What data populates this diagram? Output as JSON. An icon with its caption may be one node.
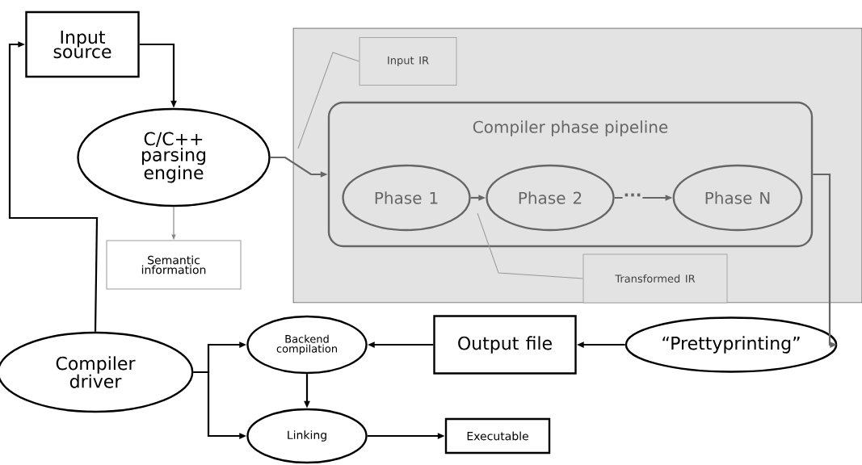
{
  "diagram": {
    "nodes": [
      {
        "text": [
          "Input source"
        ]
      },
      {
        "text": [
          "C/C++ parsing engine"
        ]
      },
      {
        "text": [
          "Semantic information"
        ]
      },
      {
        "text": [],
        "shape": "box"
      },
      {
        "text": [
          "Input IR"
        ],
        "in": 3
      },
      {
        "text": [
          "Compiler phase pipeline"
        ],
        "in": 3
      },
      {
        "text": [
          "Phase 1"
        ],
        "in": 5
      },
      {
        "text": [
          "Phase 2"
        ],
        "in": 5
      },
      {
        "text": [
          "Phase N"
        ],
        "in": 5
      },
      {
        "text": [
          "Transformed IR"
        ],
        "in": 3
      },
      {
        "text": [
          "“Prettyprinting”"
        ]
      },
      {
        "text": [
          "Output file"
        ]
      },
      {
        "text": [
          "Backend compilation"
        ]
      },
      {
        "text": [
          "Compiler driver"
        ]
      },
      {
        "text": [
          "Linking"
        ]
      },
      {
        "text": [
          "Executable"
        ]
      }
    ],
    "edges": [
      {
        "from": 13,
        "to": 0,
        "arrow": "to"
      },
      {
        "from": 0,
        "to": 1,
        "arrow": "to"
      },
      {
        "from": 1,
        "to": 5,
        "arrow": "to",
        "color": "#666666"
      },
      {
        "from": 1,
        "to": 2,
        "arrow": "to",
        "color": "#888888"
      },
      {
        "from": 4,
        "to": null,
        "arrow": "none",
        "color": "#999999"
      },
      {
        "from": 6,
        "to": 7,
        "arrow": "to",
        "color": "#666666"
      },
      {
        "from": 7,
        "to": 8,
        "arrow": "to",
        "label": "···",
        "color": "#666666"
      },
      {
        "from": 9,
        "to": null,
        "arrow": "none",
        "color": "#999999"
      },
      {
        "from": 5,
        "to": 10,
        "arrow": "to",
        "color": "#666666"
      },
      {
        "from": 10,
        "to": 11,
        "arrow": "to"
      },
      {
        "from": 11,
        "to": 12,
        "arrow": "to"
      },
      {
        "from": 13,
        "to": 12,
        "arrow": "to"
      },
      {
        "from": 13,
        "to": 14,
        "arrow": "to"
      },
      {
        "from": 12,
        "to": 14,
        "arrow": "to"
      },
      {
        "from": 14,
        "to": 15,
        "arrow": "to"
      }
    ]
  }
}
